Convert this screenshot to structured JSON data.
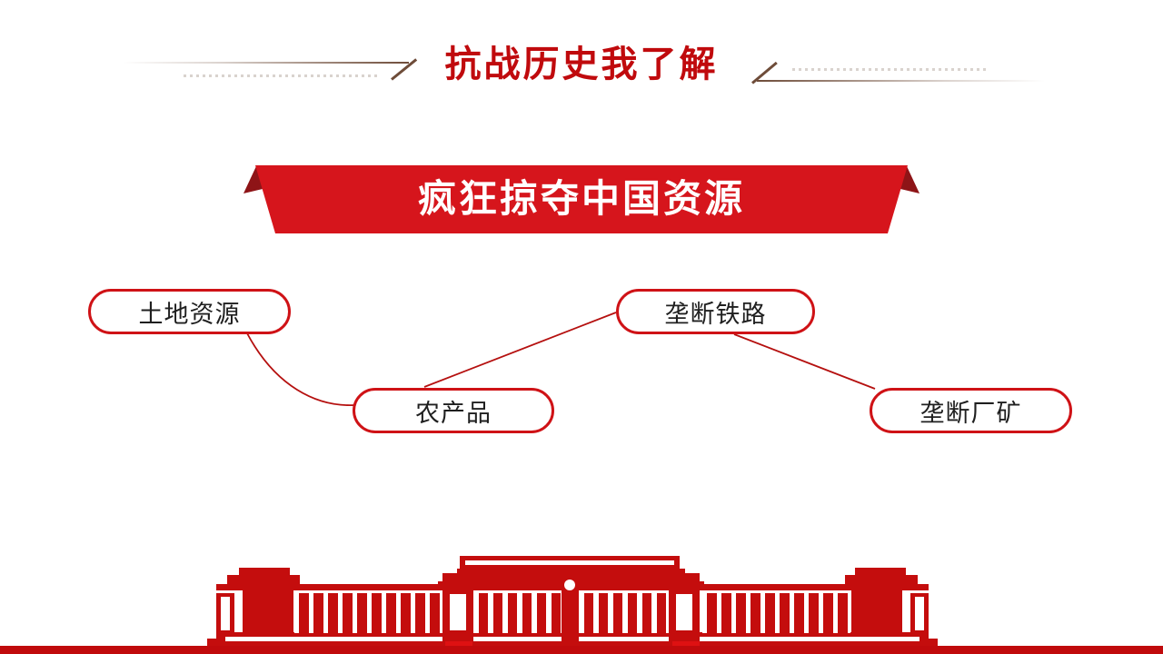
{
  "slide": {
    "header": {
      "title": "抗战历史我了解"
    },
    "banner": {
      "title": "疯狂掠夺中国资源"
    },
    "diagram": {
      "nodes": [
        {
          "label": "土地资源"
        },
        {
          "label": "垄断铁路"
        },
        {
          "label": "农产品"
        },
        {
          "label": "垄断厂矿"
        }
      ]
    },
    "colors": {
      "title_red": "#c00a0d",
      "banner_red": "#d6151c",
      "banner_fold_red": "#8e1417",
      "building_red": "#c40d0d",
      "bottom_bar_red": "#c00a0c",
      "node_border_red": "#cf1216",
      "connector_red": "#b5100f",
      "decor_brown": "#6e4c39"
    }
  }
}
